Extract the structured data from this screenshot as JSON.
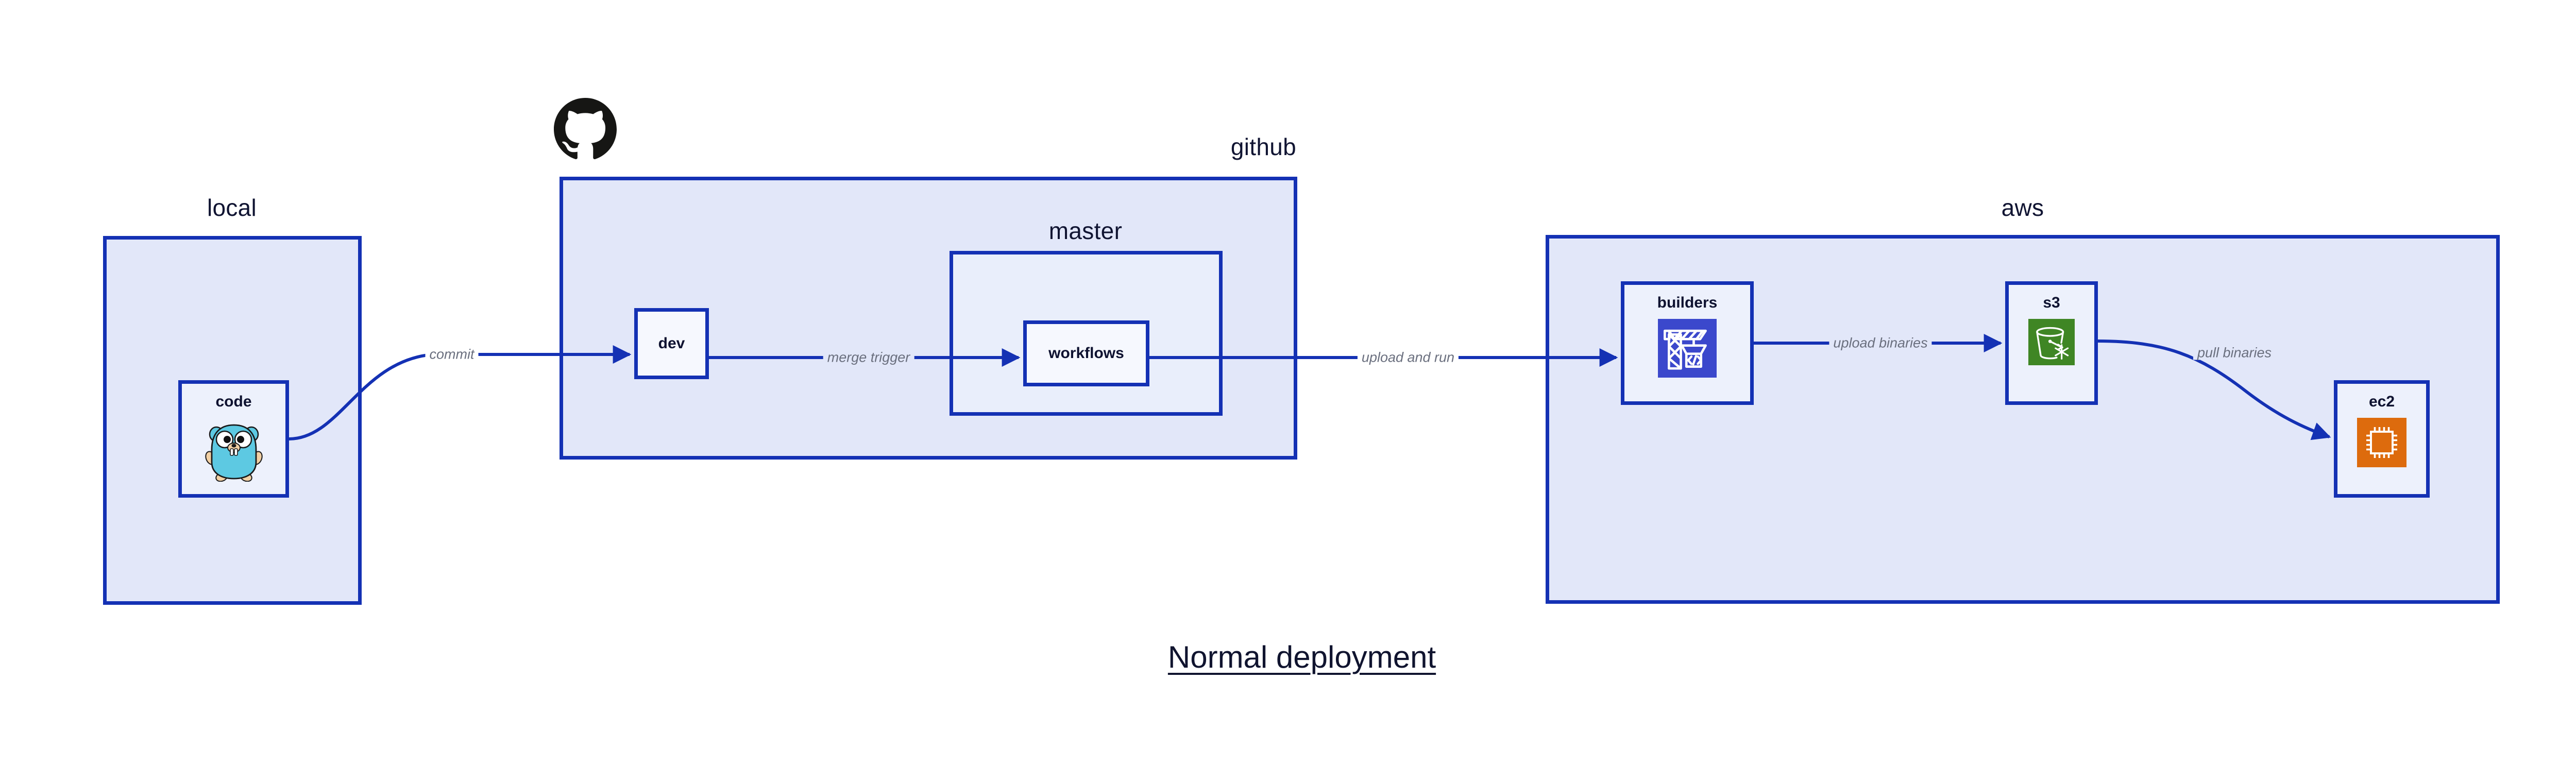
{
  "title": "Normal deployment",
  "colors": {
    "group_border": "#1431B4",
    "group_fill": "#E2E7F9",
    "group_fill_inner": "#E9EEFB",
    "node_fill": "#EDF1FC",
    "node_fill_plain": "#F6F8FE",
    "edge": "#1431B4",
    "edge_label": "#6A6F7E",
    "text": "#101432",
    "codebuild_icon_bg": "#3B48CC",
    "s3_icon_bg": "#3F8624",
    "ec2_icon_bg": "#DD6B0D",
    "gopher_body": "#5DC9E2",
    "github_mark": "#161614"
  },
  "groups": [
    {
      "id": "local",
      "label": "local",
      "label_align": "center"
    },
    {
      "id": "github",
      "label": "github",
      "label_align": "right"
    },
    {
      "id": "master",
      "label": "master",
      "label_align": "center"
    },
    {
      "id": "aws",
      "label": "aws",
      "label_align": "center"
    }
  ],
  "nodes": [
    {
      "id": "code",
      "label": "code",
      "icon": "go-gopher-icon"
    },
    {
      "id": "dev",
      "label": "dev",
      "icon": null
    },
    {
      "id": "workflows",
      "label": "workflows",
      "icon": null
    },
    {
      "id": "builders",
      "label": "builders",
      "icon": "aws-codebuild-icon"
    },
    {
      "id": "s3",
      "label": "s3",
      "icon": "aws-s3-icon"
    },
    {
      "id": "ec2",
      "label": "ec2",
      "icon": "aws-ec2-icon"
    }
  ],
  "edges": [
    {
      "id": "commit",
      "from": "code",
      "to": "dev",
      "label": "commit"
    },
    {
      "id": "merge-trigger",
      "from": "dev",
      "to": "workflows",
      "label": "merge trigger"
    },
    {
      "id": "upload-and-run",
      "from": "workflows",
      "to": "builders",
      "label": "upload and run"
    },
    {
      "id": "upload-binaries",
      "from": "builders",
      "to": "s3",
      "label": "upload binaries"
    },
    {
      "id": "pull-binaries",
      "from": "s3",
      "to": "ec2",
      "label": "pull binaries"
    }
  ],
  "logos": [
    {
      "id": "github-mark",
      "name": "github-octocat-logo"
    }
  ]
}
